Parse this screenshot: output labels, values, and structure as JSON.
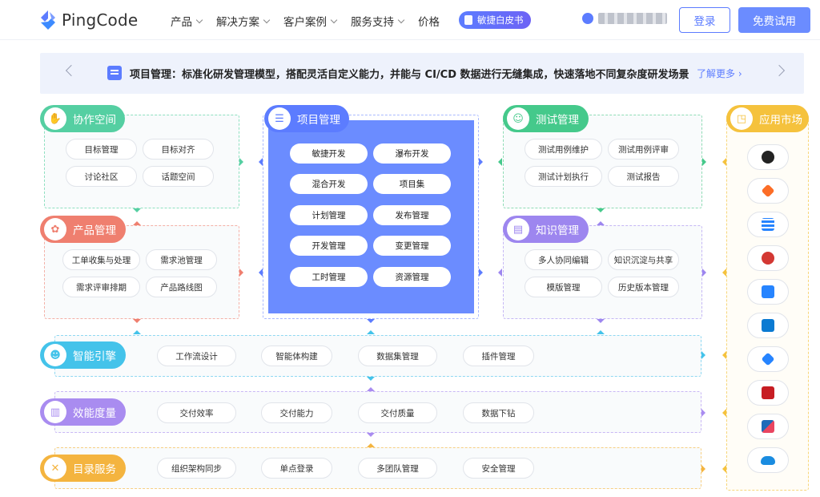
{
  "header": {
    "brand": "PingCode",
    "nav": [
      {
        "label": "产品",
        "dropdown": true
      },
      {
        "label": "解决方案",
        "dropdown": true
      },
      {
        "label": "客户案例",
        "dropdown": true
      },
      {
        "label": "服务支持",
        "dropdown": true
      },
      {
        "label": "价格",
        "dropdown": false
      }
    ],
    "whitepaper": "敏捷白皮书",
    "login": "登录",
    "trial": "免费试用"
  },
  "banner": {
    "text": "项目管理：标准化研发管理模型，搭配灵活自定义能力，并能与 CI/CD 数据进行无缝集成，快速落地不同复杂度研发场景",
    "more": "了解更多 ›"
  },
  "modules": {
    "collab": {
      "title": "协作空间",
      "tags": [
        "目标管理",
        "目标对齐",
        "讨论社区",
        "话题空间"
      ]
    },
    "product": {
      "title": "产品管理",
      "tags": [
        "工单收集与处理",
        "需求池管理",
        "需求评审排期",
        "产品路线图"
      ]
    },
    "project": {
      "title": "项目管理",
      "tags": [
        "敏捷开发",
        "瀑布开发",
        "混合开发",
        "项目集",
        "计划管理",
        "发布管理",
        "开发管理",
        "变更管理",
        "工时管理",
        "资源管理"
      ]
    },
    "testing": {
      "title": "测试管理",
      "tags": [
        "测试用例维护",
        "测试用例评审",
        "测试计划执行",
        "测试报告"
      ]
    },
    "knowledge": {
      "title": "知识管理",
      "tags": [
        "多人协同编辑",
        "知识沉淀与共享",
        "模版管理",
        "历史版本管理"
      ]
    },
    "market": {
      "title": "应用市场",
      "apps": [
        "github-icon",
        "gitlab-icon",
        "jira-icon",
        "jenkins-icon",
        "bitbucket-icon",
        "vscode-icon",
        "jira-software-icon",
        "gitee-icon",
        "kubernetes-icon",
        "cloud-icon"
      ]
    },
    "engine": {
      "title": "智能引擎",
      "tags": [
        "工作流设计",
        "智能体构建",
        "数据集管理",
        "插件管理"
      ]
    },
    "metrics": {
      "title": "效能度量",
      "tags": [
        "交付效率",
        "交付能力",
        "交付质量",
        "数据下钻"
      ]
    },
    "directory": {
      "title": "目录服务",
      "tags": [
        "组织架构同步",
        "单点登录",
        "多团队管理",
        "安全管理"
      ]
    }
  },
  "colors": {
    "brand": "#5c7cff",
    "collab": "#55cfa2",
    "product": "#ef7f6f",
    "project": "#5c7cff",
    "testing": "#45c98b",
    "knowledge": "#9d86ef",
    "market": "#f5c23d",
    "engine": "#44c3ea",
    "metrics": "#a98cf0",
    "directory": "#f4b43f"
  }
}
